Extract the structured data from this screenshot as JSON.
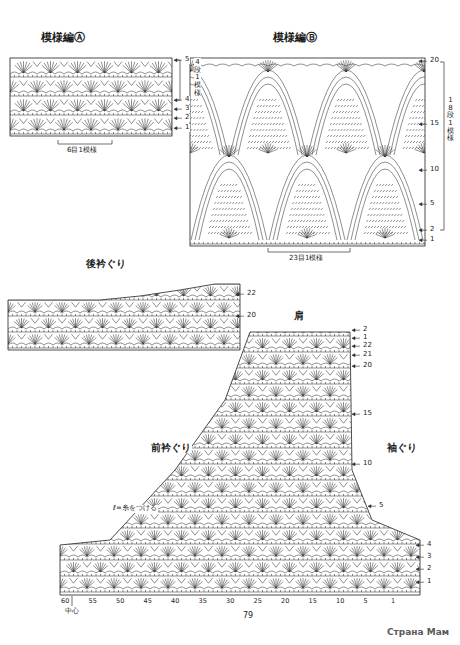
{
  "diagram": {
    "labels": [
      "模様編Ⓐ",
      "5",
      "4",
      "3",
      "2",
      "1",
      "4段1模様",
      "6目1模様",
      "模様編Ⓑ",
      "20",
      "15",
      "10",
      "5",
      "2",
      "1",
      "18段1模様",
      "23目1模様",
      "後衿ぐり",
      "22",
      "20",
      "肩",
      "2",
      "1",
      "22",
      "21",
      "20",
      "15",
      "10",
      "5",
      "前衿ぐり",
      "袖ぐり",
      "ℓ=糸をつける",
      "4",
      "3",
      "2",
      "1",
      "60",
      "55",
      "50",
      "45",
      "40",
      "35",
      "30",
      "25",
      "20",
      "15",
      "10",
      "5",
      "1",
      "中心",
      "79",
      "Страна Мам"
    ]
  }
}
